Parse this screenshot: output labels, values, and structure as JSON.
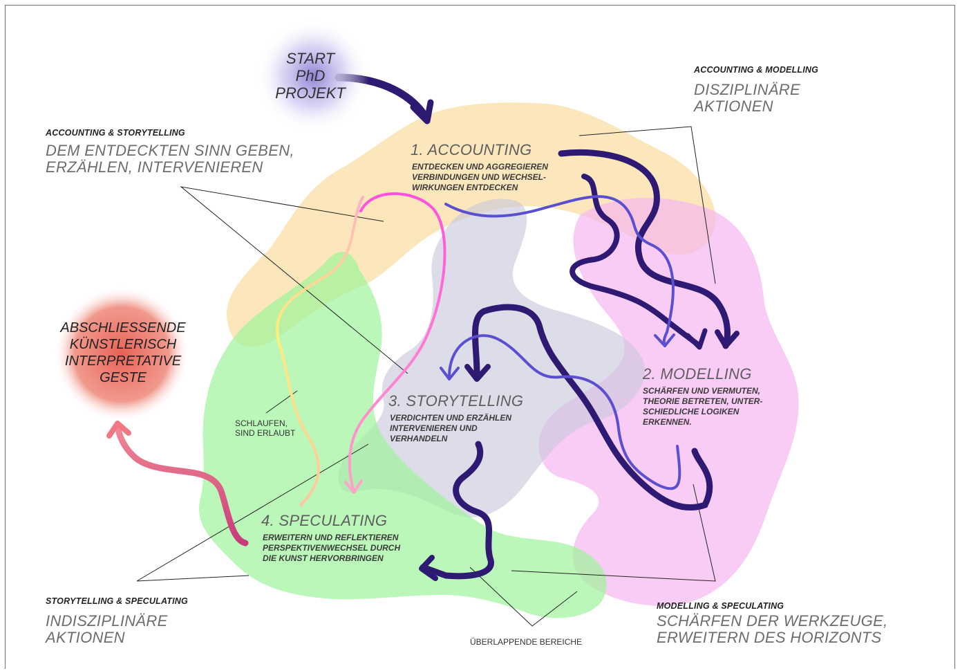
{
  "start": {
    "line1": "START",
    "line2": "PhD",
    "line3": "PROJEKT"
  },
  "final_gesture": {
    "line1": "ABSCHLIESSENDE",
    "line2": "KÜNSTLERISCH",
    "line3": "INTERPRETATIVE",
    "line4": "GESTE"
  },
  "pair_accounting_modelling": {
    "heading": "ACCOUNTING & MODELLING",
    "line1": "DISZIPLINÄRE",
    "line2": "AKTIONEN"
  },
  "pair_accounting_storytelling": {
    "heading": "ACCOUNTING & STORYTELLING",
    "line1": "DEM ENTDECKTEN SINN GEBEN,",
    "line2": "ERZÄHLEN, INTERVENIEREN"
  },
  "pair_storytelling_speculating": {
    "heading": "STORYTELLING & SPECULATING",
    "line1": "INDISZIPLINÄRE",
    "line2": "AKTIONEN"
  },
  "pair_modelling_speculating": {
    "heading": "MODELLING & SPECULATING",
    "line1": "SCHÄRFEN DER WERKZEUGE,",
    "line2": "ERWEITERN DES HORIZONTS"
  },
  "stage_accounting": {
    "title": "1. ACCOUNTING",
    "line1": "ENTDECKEN UND AGGREGIEREN",
    "line2": "VERBINDUNGEN UND WECHSEL-",
    "line3": "WIRKUNGEN ENTDECKEN"
  },
  "stage_modelling": {
    "title": "2. MODELLING",
    "line1": "SCHÄRFEN UND VERMUTEN,",
    "line2": "THEORIE BETRETEN, UNTER-",
    "line3": "SCHIEDLICHE LOGIKEN",
    "line4": "ERKENNEN."
  },
  "stage_storytelling": {
    "title": "3. STORYTELLING",
    "line1": "VERDICHTEN UND ERZÄHLEN",
    "line2": "INTERVENIEREN UND",
    "line3": "VERHANDELN"
  },
  "stage_speculating": {
    "title": "4. SPECULATING",
    "line1": "ERWEITERN UND REFLEKTIEREN",
    "line2": "PERSPEKTIVENWECHSEL DURCH",
    "line3": "DIE KUNST HERVORBRINGEN"
  },
  "loops_note": {
    "line1": "SCHLAUFEN,",
    "line2": "SIND ERLAUBT"
  },
  "overlap_note": {
    "text": "ÜBERLAPPENDE BEREICHE"
  },
  "colors": {
    "accounting_area": "#fbe3b0",
    "modelling_area": "#f7b8f2",
    "storytelling_area": "#cfcfe0",
    "speculating_area": "#9ef39a",
    "final_circle": "#ea6a5c",
    "start_glow": "#7a66c9",
    "dark_arrow": "#2e1a72",
    "blue_arrow": "#5a4fd0",
    "pink_arrow": "#ff5ed8"
  }
}
